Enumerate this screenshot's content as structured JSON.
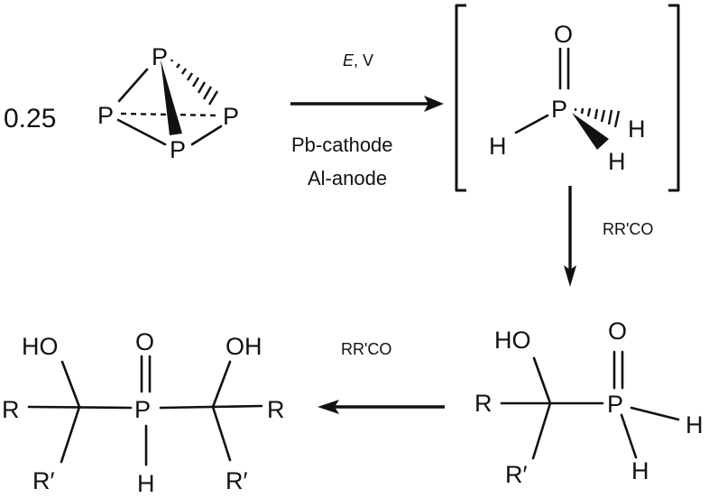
{
  "scheme": {
    "reactant": {
      "coefficient": "0.25",
      "name": "white phosphorus (P4)",
      "atoms": {
        "p_top": "P",
        "p_left": "P",
        "p_right": "P",
        "p_bottom": "P"
      }
    },
    "step1": {
      "above_italic": "E",
      "above_rest": ", V",
      "below_line1": "Pb-cathode",
      "below_line2": "Al-anode"
    },
    "intermediate": {
      "name": "H3PO (bracketed intermediate)",
      "atoms": {
        "o": "O",
        "p": "P",
        "h_left": "H",
        "h_right": "H",
        "h_bottom": "H"
      }
    },
    "step2": {
      "reagent": "RR'CO"
    },
    "mono_product": {
      "atoms": {
        "ho": "HO",
        "r": "R",
        "r_prime": "R′",
        "p": "P",
        "o": "O",
        "h_right": "H",
        "h_bottom": "H"
      }
    },
    "step3": {
      "reagent": "RR'CO"
    },
    "bis_product": {
      "atoms": {
        "ho_left": "HO",
        "r_left": "R",
        "r_prime_left": "R′",
        "o": "O",
        "p": "P",
        "h": "H",
        "oh_right": "OH",
        "r_right": "R",
        "r_prime_right": "R′"
      }
    }
  }
}
